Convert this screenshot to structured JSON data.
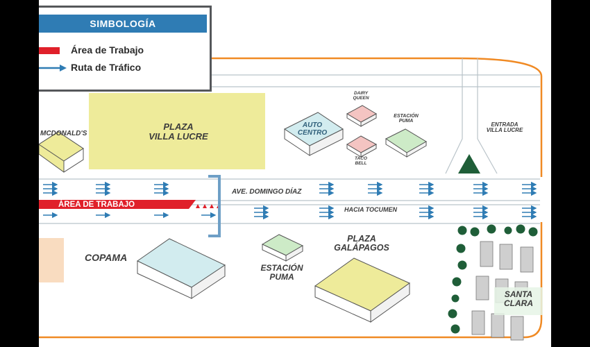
{
  "legend": {
    "title": "SIMBOLOGÍA",
    "items": [
      {
        "label": "Área de Trabajo",
        "symbol": "red-bar",
        "color": "#e0202a"
      },
      {
        "label": "Ruta de Tráfico",
        "symbol": "blue-arrow",
        "color": "#2f7cb4"
      }
    ]
  },
  "roads": {
    "main": "AVE. DOMINGO DÍAZ",
    "direction": "HACIA TOCUMEN",
    "work_zone": "ÁREA DE TRABAJO"
  },
  "places": {
    "mcdonalds": "MCDONALD'S",
    "plaza_villa_lucre": "PLAZA\nVILLA LUCRE",
    "auto_centro": "AUTO\nCENTRO",
    "dairy_queen": "DAIRY\nQUEEN",
    "taco_bell": "TACO\nBELL",
    "estacion_puma_top": "ESTACIÓN\nPUMA",
    "entrada_villa_lucre": "ENTRADA\nVILLA LUCRE",
    "copama": "COPAMA",
    "estacion_puma_bottom": "ESTACIÓN\nPUMA",
    "plaza_galapagos": "PLAZA\nGALÁPAGOS",
    "santa_clara": "SANTA\nCLARA"
  },
  "colors": {
    "block_orange": "#f08a24",
    "plaza_yellow": "#eeeb9a",
    "building_blue": "#d2ecef",
    "building_pink": "#f4c4c2",
    "building_green": "#cdebc7",
    "tree_green": "#1f5e38",
    "route_blue": "#2f7cb4",
    "work_red": "#e0202a",
    "border_gray": "#55575a"
  }
}
